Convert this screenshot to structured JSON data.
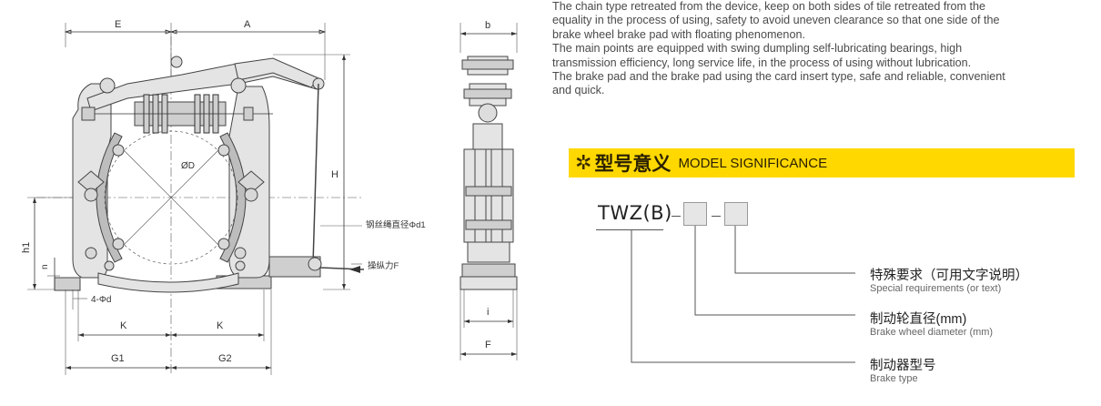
{
  "description": {
    "lines": [
      "The chain type retreated from the device, keep on both sides of tile retreated from the",
      "equality in the process of using, safety to avoid uneven clearance so that one side of the",
      "brake wheel brake pad with floating phenomenon.",
      "The main points are equipped with swing dumpling self-lubricating bearings, high",
      "transmission efficiency, long service life, in the process of using without lubrication.",
      "The brake pad and the brake pad using the card insert type, safe and reliable, convenient",
      "and quick."
    ]
  },
  "banner": {
    "star": "✲",
    "title_cn": "型号意义",
    "title_en": "MODEL SIGNIFICANCE",
    "color": "#ffd800"
  },
  "model": {
    "code": "TWZ(B)",
    "legend": [
      {
        "cn": "特殊要求（可用文字说明）",
        "en": "Special requirements (or text)"
      },
      {
        "cn": "制动轮直径(mm)",
        "en": "Brake wheel diameter (mm)"
      },
      {
        "cn": "制动器型号",
        "en": "Brake type"
      }
    ]
  },
  "drawing_labels": {
    "E": "E",
    "A": "A",
    "b": "b",
    "H": "H",
    "h1": "h1",
    "n": "n",
    "D": "ØD",
    "wire_rope": "钢丝绳直径Φd1",
    "force": "操纵力F",
    "holes": "4-Φd",
    "K_left": "K",
    "K_right": "K",
    "G1": "G1",
    "G2": "G2",
    "i": "i",
    "F": "F"
  }
}
